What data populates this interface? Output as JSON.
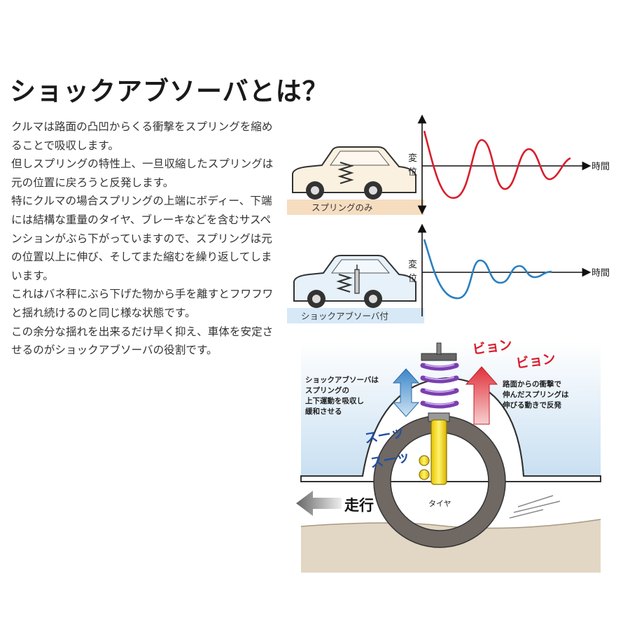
{
  "title": "ショックアブソーバとは？",
  "paragraphs": [
    "クルマは路面の凸凹からくる衝撃をスプリングを縮めることで吸収します。",
    "但しスプリングの特性上、一旦収縮したスプリングは元の位置に戻ろうと反発します。",
    "特にクルマの場合スプリングの上端にボディー、下端には結構な重量のタイヤ、ブレーキなどを含むサスペンションがぶら下がっていますので、スプリングは元の位置以上に伸び、そしてまた縮むを繰り返してしまいます。",
    "これはバネ秤にぶら下げた物から手を離すとフワフワと揺れ続けるのと同じ様な状態です。",
    "この余分な揺れを出来るだけ早く抑え、車体を安定させるのがショックアブソーバの役割です。"
  ],
  "graph_top": {
    "band_label": "スプリングのみ",
    "y_label": [
      "変",
      "位"
    ],
    "x_label": "時間",
    "color": "#d81e2c"
  },
  "graph_bottom": {
    "band_label": "ショックアブソーバ付",
    "y_label": [
      "変",
      "位"
    ],
    "x_label": "時間",
    "color": "#2a7fc0"
  },
  "illustration": {
    "left_note": [
      "ショックアブソーバは",
      "スプリングの",
      "上下運動を吸収し",
      "緩和させる"
    ],
    "right_note": [
      "路面からの衝撃で",
      "伸んだスプリングは",
      "伸びる動きで反発"
    ],
    "sfx_red": [
      "ビョン",
      "ビョン"
    ],
    "sfx_blue": [
      "スーッ",
      "スーッ"
    ],
    "direction_label": "走行",
    "tire_label": "タイヤ"
  }
}
